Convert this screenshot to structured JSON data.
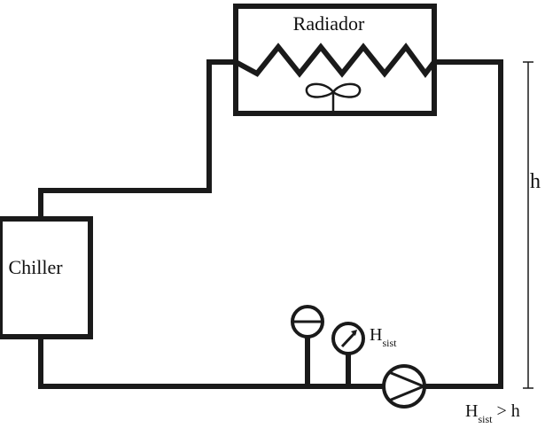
{
  "radiator": {
    "label": "Radiador"
  },
  "chiller": {
    "label": "Chiller"
  },
  "height": {
    "label": "h"
  },
  "gauge": {
    "label": "H",
    "sub": "sist"
  },
  "condition": {
    "label_main": "H",
    "label_sub": "sist",
    "label_rest": " > h"
  },
  "colors": {
    "line": "#1a1a1a",
    "background": "#ffffff"
  }
}
